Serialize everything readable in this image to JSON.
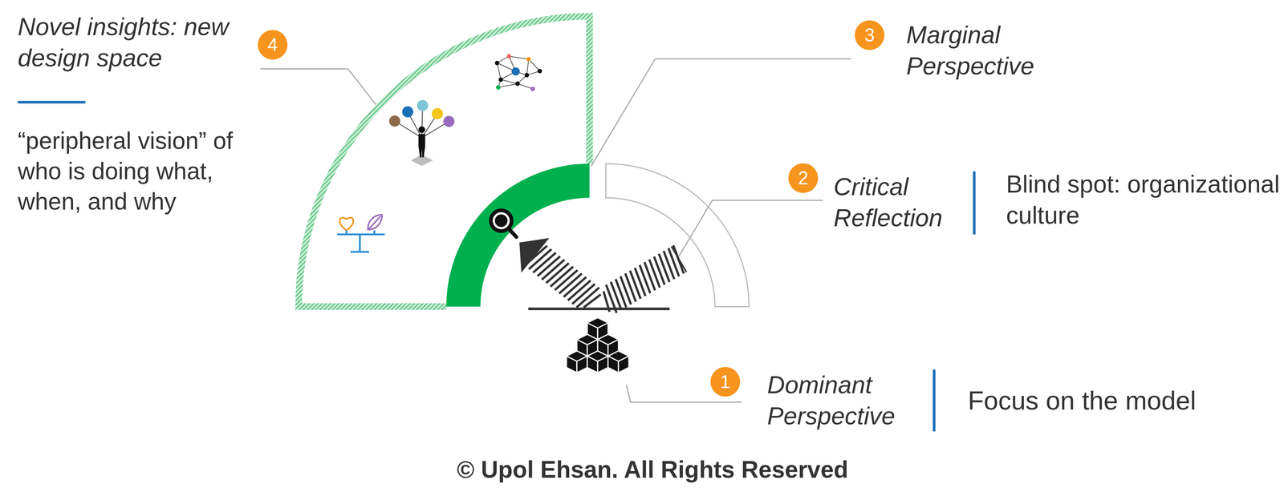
{
  "diagram": {
    "labels": [
      "4",
      "Novel insights: new design space",
      "“peripheral vision” of who is doing what, when, and why",
      "3",
      "Marginal Perspective",
      "2",
      "Critical Reflection",
      "Blind spot: organizational culture",
      "1",
      "Dominant Perspective",
      "Focus on the model",
      "© Upol Ehsan. All Rights Reserved"
    ]
  }
}
